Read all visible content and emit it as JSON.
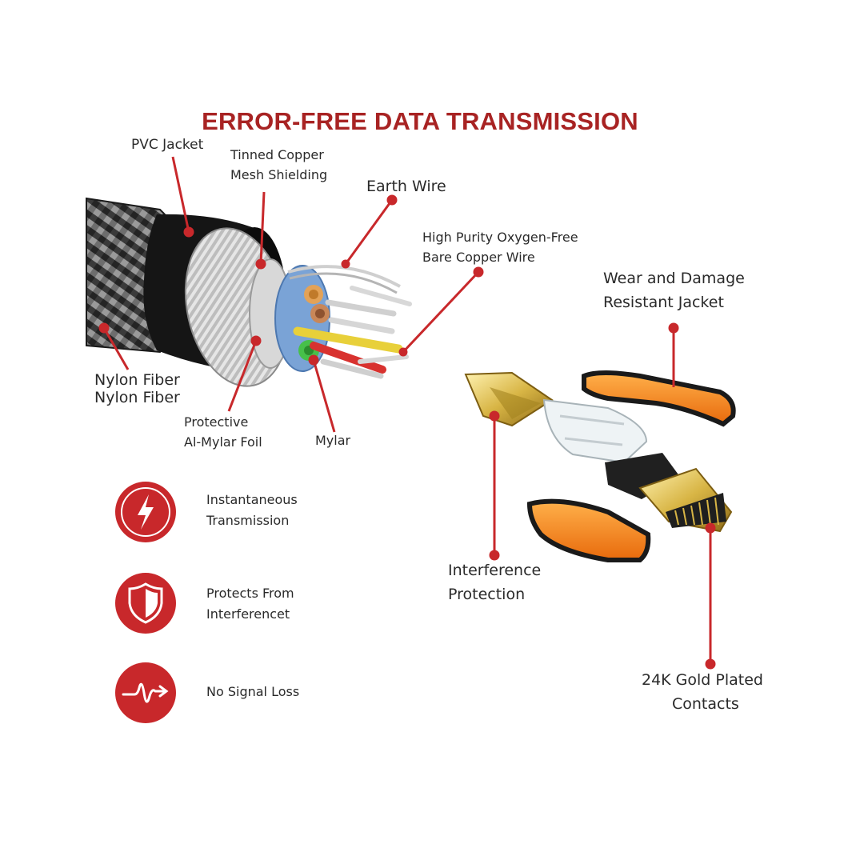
{
  "title": "ERROR-FREE DATA TRANSMISSION",
  "labels": {
    "pvc_jacket": "PVC Jacket",
    "tinned_copper_1": "Tinned Copper",
    "tinned_copper_2": "Mesh Shielding",
    "earth_wire": "Earth Wire",
    "copper_wire_1": "High Purity Oxygen-Free",
    "copper_wire_2": "Bare Copper Wire",
    "wear_1": "Wear and Damage",
    "wear_2": "Resistant Jacket",
    "nylon_1": "Nylon Fiber",
    "nylon_2": "Nylon Fiber",
    "foil_1": "Protective",
    "foil_2": "Al-Mylar Foil",
    "mylar": "Mylar",
    "interference_1": "Interference",
    "interference_2": "Protection",
    "gold_1": "24K Gold Plated",
    "gold_2": "Contacts"
  },
  "features": [
    {
      "icon": "lightning-icon",
      "line1": "Instantaneous",
      "line2": "Transmission"
    },
    {
      "icon": "shield-icon",
      "line1": "Protects From",
      "line2": "Interferencet"
    },
    {
      "icon": "signal-wave-icon",
      "line1": "No Signal Loss",
      "line2": ""
    }
  ],
  "colors": {
    "accent": "#c8282b",
    "title": "#a82323",
    "jacket_orange": "#f07a1a",
    "gold": "#d8b545"
  }
}
